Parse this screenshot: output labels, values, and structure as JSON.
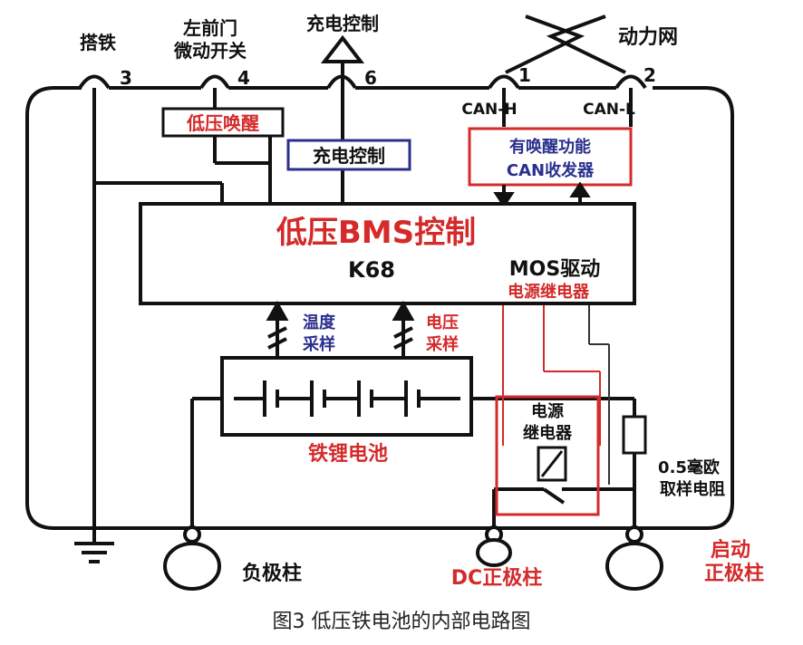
{
  "labels": {
    "ground": "搭铁",
    "door_switch_line1": "左前门",
    "door_switch_line2": "微动开关",
    "charge_control_top": "充电控制",
    "power_network": "动力网",
    "pin_3": "3",
    "pin_4": "4",
    "pin_6": "6",
    "pin_1": "1",
    "pin_2": "2",
    "can_h": "CAN-H",
    "can_l": "CAN-L",
    "low_voltage_wakeup": "低压唤醒",
    "charge_control_box": "充电控制",
    "transceiver_line1": "有唤醒功能",
    "transceiver_line2": "CAN收发器",
    "bms_title": "低压BMS控制",
    "bms_model": "K68",
    "mos_drive": "MOS驱动",
    "power_relay_drive": "电源继电器",
    "temp_sample_line1": "温度",
    "temp_sample_line2": "采样",
    "volt_sample_line1": "电压",
    "volt_sample_line2": "采样",
    "battery": "铁锂电池",
    "relay_line1": "电源",
    "relay_line2": "继电器",
    "shunt_line1": "0.5毫欧",
    "shunt_line2": "取样电阻",
    "negative_post": "负极柱",
    "dc_positive_post": "DC正极柱",
    "start_positive_line1": "启动",
    "start_positive_line2": "正极柱"
  },
  "caption": "图3  低压铁电池的内部电路图",
  "colors": {
    "line": "#111111",
    "red": "#d42a2a",
    "blue": "#2a2f8c",
    "darkred": "#8a1a1a"
  }
}
